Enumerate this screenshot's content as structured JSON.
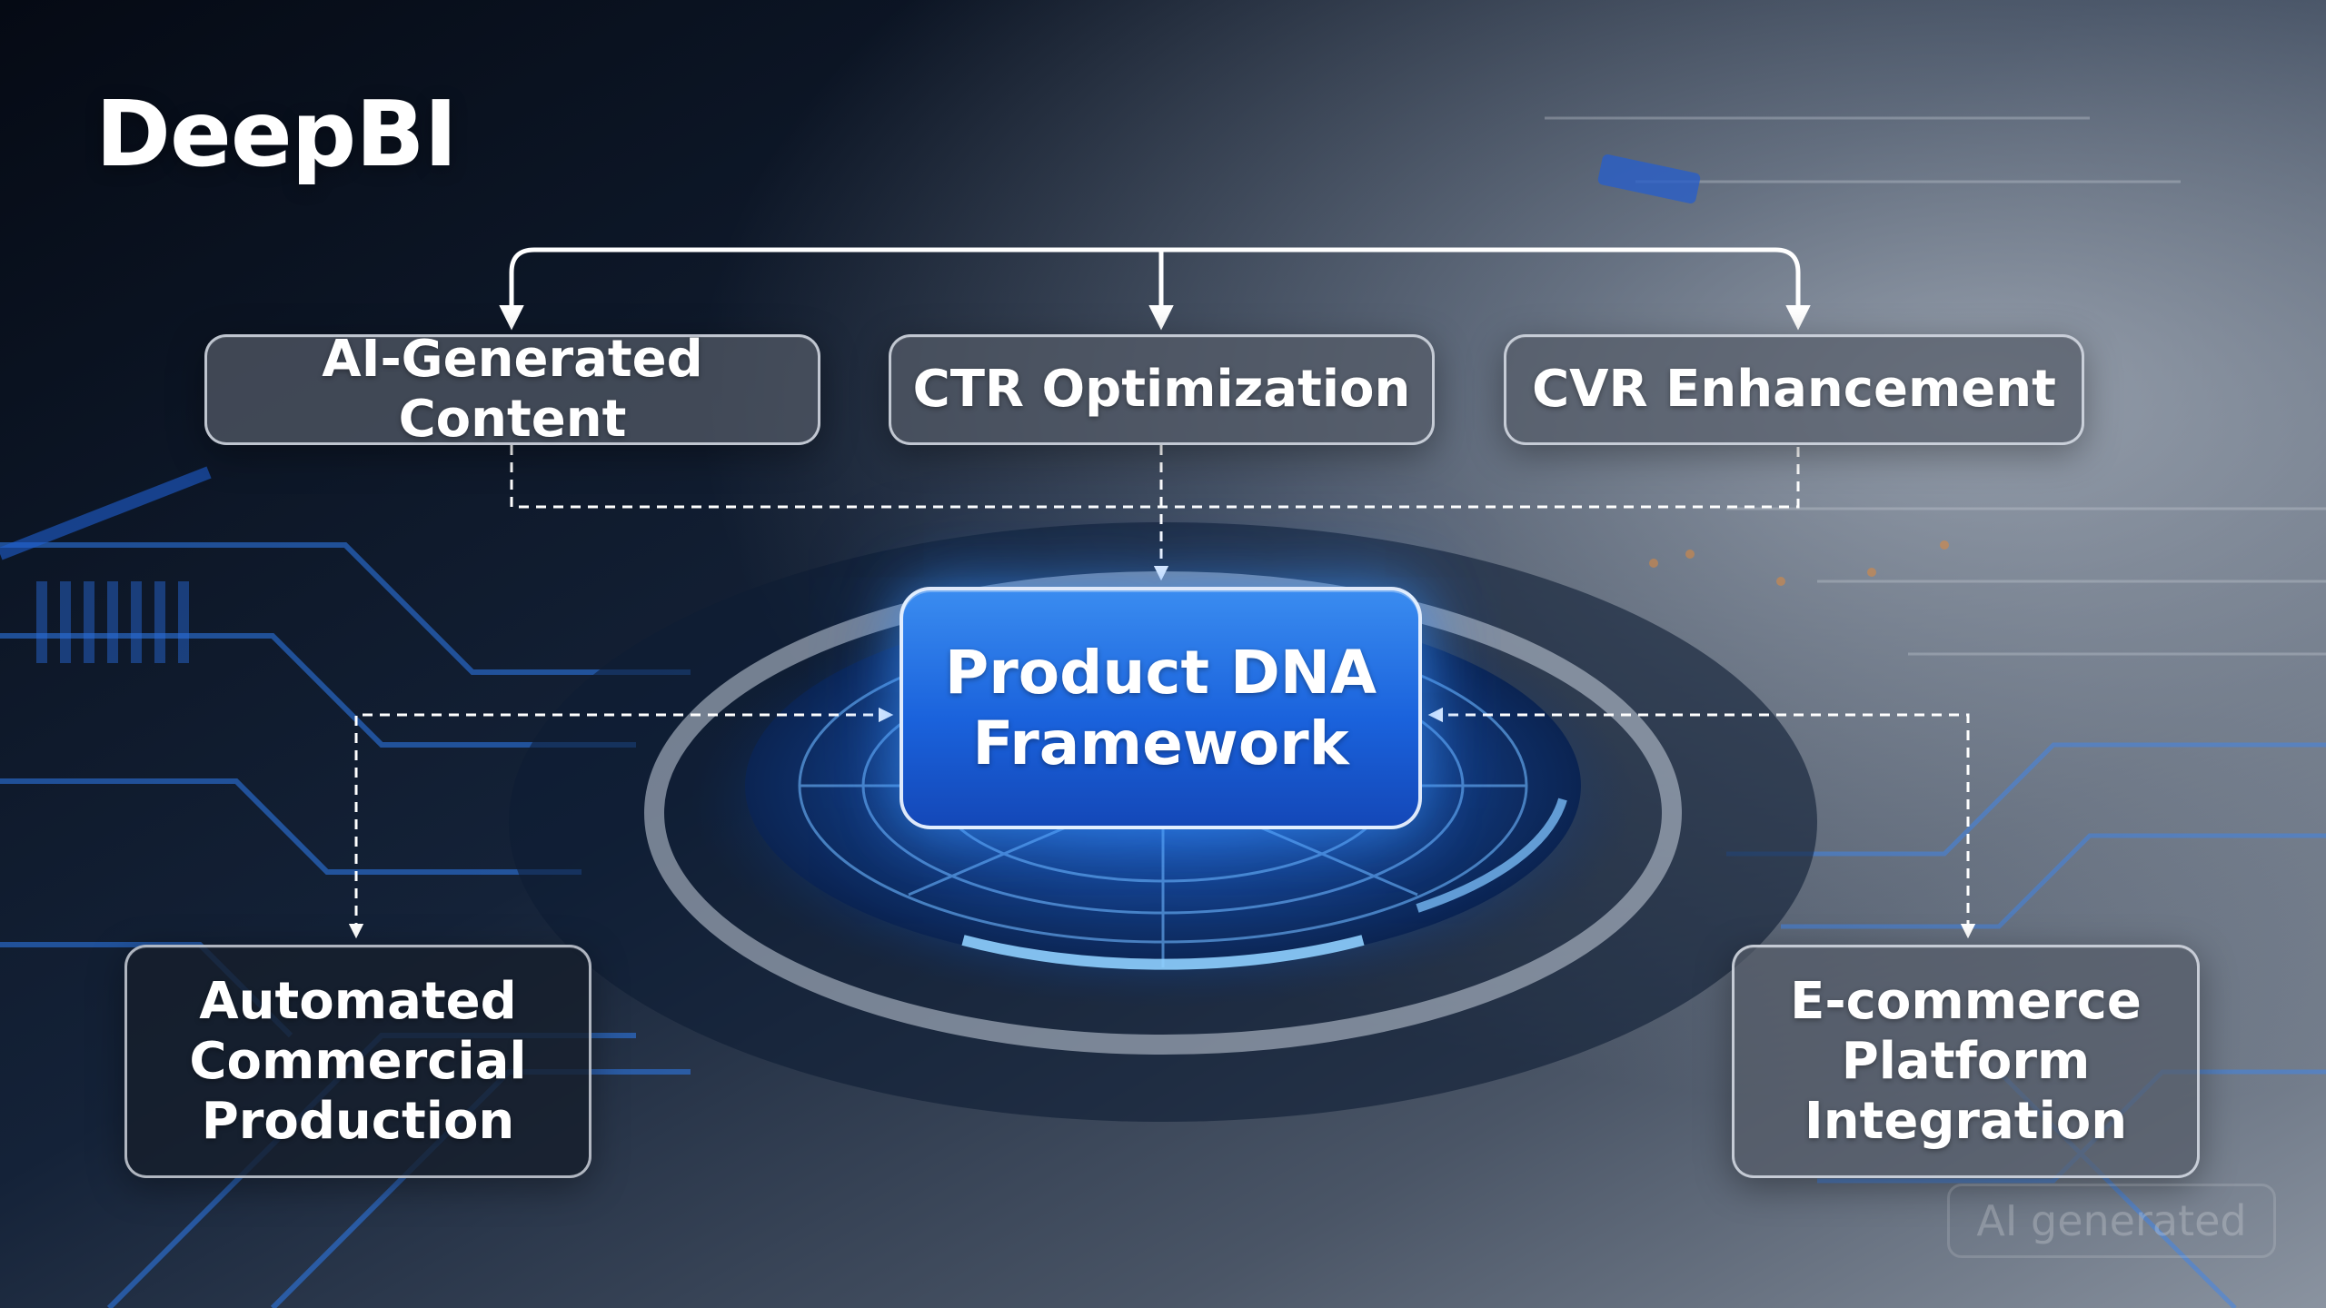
{
  "brand": "DeepBI",
  "nodes": {
    "ai_generated_content": "AI-Generated Content",
    "ctr_optimization": "CTR Optimization",
    "cvr_enhancement": "CVR Enhancement",
    "product_dna_framework": [
      "Product DNA",
      "Framework"
    ],
    "automated_commercial_production": [
      "Automated",
      "Commercial",
      "Production"
    ],
    "ecommerce_platform_integration": [
      "E-commerce",
      "Platform",
      "Integration"
    ]
  },
  "watermark": "AI generated",
  "colors": {
    "accent_blue": "#1f6fe8",
    "connector": "#ffffff",
    "background_dark": "#0b1424"
  }
}
